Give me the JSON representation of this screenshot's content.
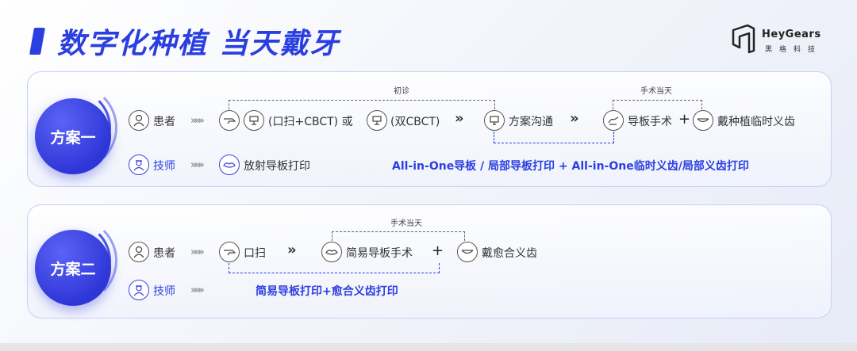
{
  "header": {
    "title": "数字化种植  当天戴牙",
    "logo_name": "HeyGears",
    "logo_sub": "黑格科技"
  },
  "plan1": {
    "badge": "方案一",
    "patient_label": "患者",
    "tech_label": "技师",
    "bracket1_label": "初诊",
    "bracket2_label": "手术当天",
    "step_scan": "(口扫+CBCT) 或",
    "step_cbct": "(双CBCT)",
    "step_comm": "方案沟通",
    "step_surgery": "导板手术",
    "step_wear": "戴种植临时义齿",
    "tech_step": "放射导板打印",
    "tech_output": "All-in-One导板 / 局部导板打印 +  All-in-One临时义齿/局部义齿打印"
  },
  "plan2": {
    "badge": "方案二",
    "patient_label": "患者",
    "tech_label": "技师",
    "bracket_label": "手术当天",
    "step_scan": "口扫",
    "step_surgery": "简易导板手术",
    "step_wear": "戴愈合义齿",
    "tech_output": "简易导板打印+愈合义齿打印"
  },
  "symbols": {
    "arrows": "»»»",
    "double_arrow": "»",
    "plus": "+"
  },
  "colors": {
    "accent": "#2b3fe0",
    "panel_border": "#c8d0f4"
  },
  "icons": [
    "person-icon",
    "technician-icon",
    "intraoral-scanner-icon",
    "cbct-icon",
    "monitor-icon",
    "surgery-hand-icon",
    "denture-icon",
    "guide-print-icon"
  ]
}
